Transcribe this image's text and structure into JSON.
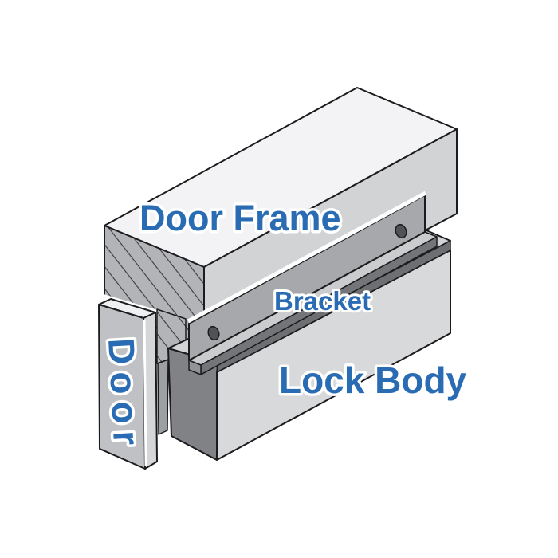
{
  "labels": {
    "door_frame": "Door Frame",
    "bracket": "Bracket",
    "lock_body": "Lock Body",
    "door": "Door"
  },
  "hardware": {
    "screw_holes": 2
  },
  "colors": {
    "label_blue": "#2a6cb3",
    "label_halo": "#ffffff",
    "outline": "#1c1c1e",
    "frame_top": "#f3f3f5",
    "frame_front": "#d2d3d5",
    "hatch_background": "#b2b4b7",
    "hatch_line": "#3b3c3f",
    "bracket_flange": "#a7a8ab",
    "bracket_foot_top": "#cbccce",
    "bracket_foot_front": "#747578",
    "lock_top": "#d3d4d6",
    "lock_front": "#d8d9db",
    "lock_end": "#818285",
    "lock_chamfer": "#6e6f72",
    "door_front": "#c0c1c4",
    "door_edge": "#d5d6d8",
    "door_top": "#eff0f2",
    "screw_hole": "#515256",
    "background": "#ffffff"
  }
}
